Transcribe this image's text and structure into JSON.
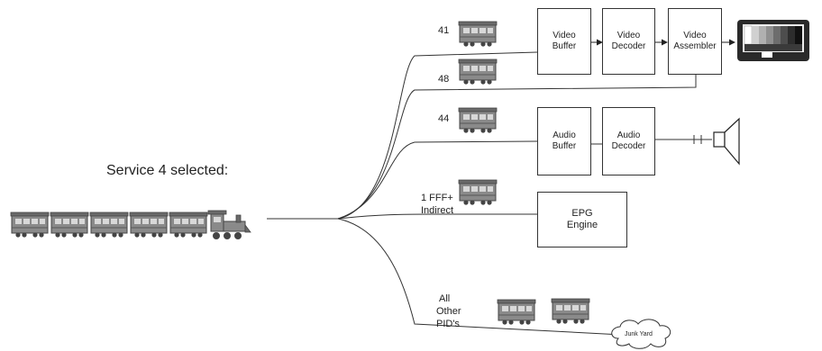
{
  "heading": "Service 4 selected:",
  "pids": {
    "video": "41",
    "pcr": "48",
    "audio": "44",
    "epg_line1": "1 FFF+",
    "epg_line2": "Indirect",
    "other_line1": "All",
    "other_line2": "Other",
    "other_line3": "PID's"
  },
  "boxes": {
    "video_buffer": "Video\nBuffer",
    "video_decoder": "Video\nDecoder",
    "video_assembler": "Video\nAssembler",
    "audio_buffer": "Audio\nBuffer",
    "audio_decoder": "Audio\nDecoder",
    "epg_engine": "EPG\nEngine"
  },
  "junk_yard": "Junk Yard",
  "colors": {
    "line": "#333333",
    "car": "#8a8a8a",
    "car_dark": "#5e5e5e",
    "window": "#d8d8d8"
  }
}
